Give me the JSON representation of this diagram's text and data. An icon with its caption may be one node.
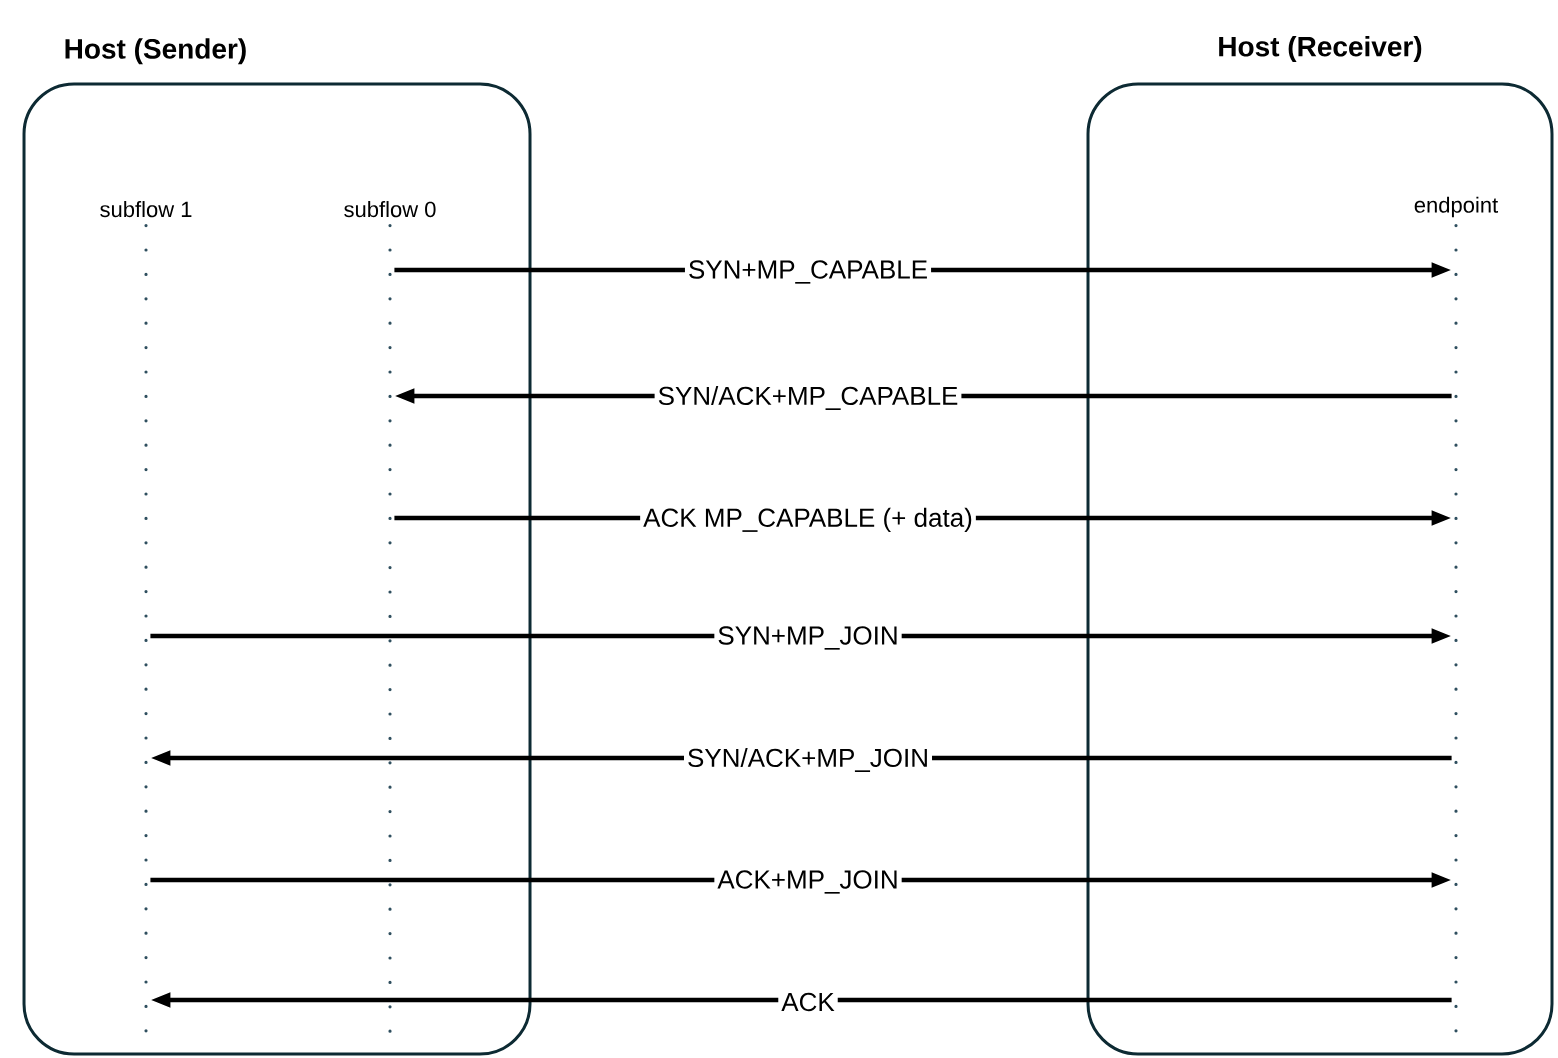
{
  "diagram": {
    "nodes": [
      {
        "text": [
          "Host (Sender)"
        ]
      },
      {
        "text": [
          "subflow 1"
        ],
        "in": 0
      },
      {
        "text": [
          "subflow 0"
        ],
        "in": 0
      },
      {
        "text": [
          "Host (Receiver)"
        ]
      },
      {
        "text": [
          "endpoint"
        ],
        "in": 3
      }
    ],
    "edges": [
      {
        "from": 2,
        "to": 4,
        "arrow": "to",
        "label": "SYN+MP_CAPABLE"
      },
      {
        "from": 4,
        "to": 2,
        "arrow": "to",
        "label": "SYN/ACK+MP_CAPABLE"
      },
      {
        "from": 2,
        "to": 4,
        "arrow": "to",
        "label": "ACK  MP_CAPABLE (+ data)"
      },
      {
        "from": 1,
        "to": 4,
        "arrow": "to",
        "label": "SYN+MP_JOIN"
      },
      {
        "from": 4,
        "to": 1,
        "arrow": "to",
        "label": "SYN/ACK+MP_JOIN"
      },
      {
        "from": 1,
        "to": 4,
        "arrow": "to",
        "label": "ACK+MP_JOIN"
      },
      {
        "from": 4,
        "to": 1,
        "arrow": "to",
        "label": "ACK"
      }
    ]
  }
}
